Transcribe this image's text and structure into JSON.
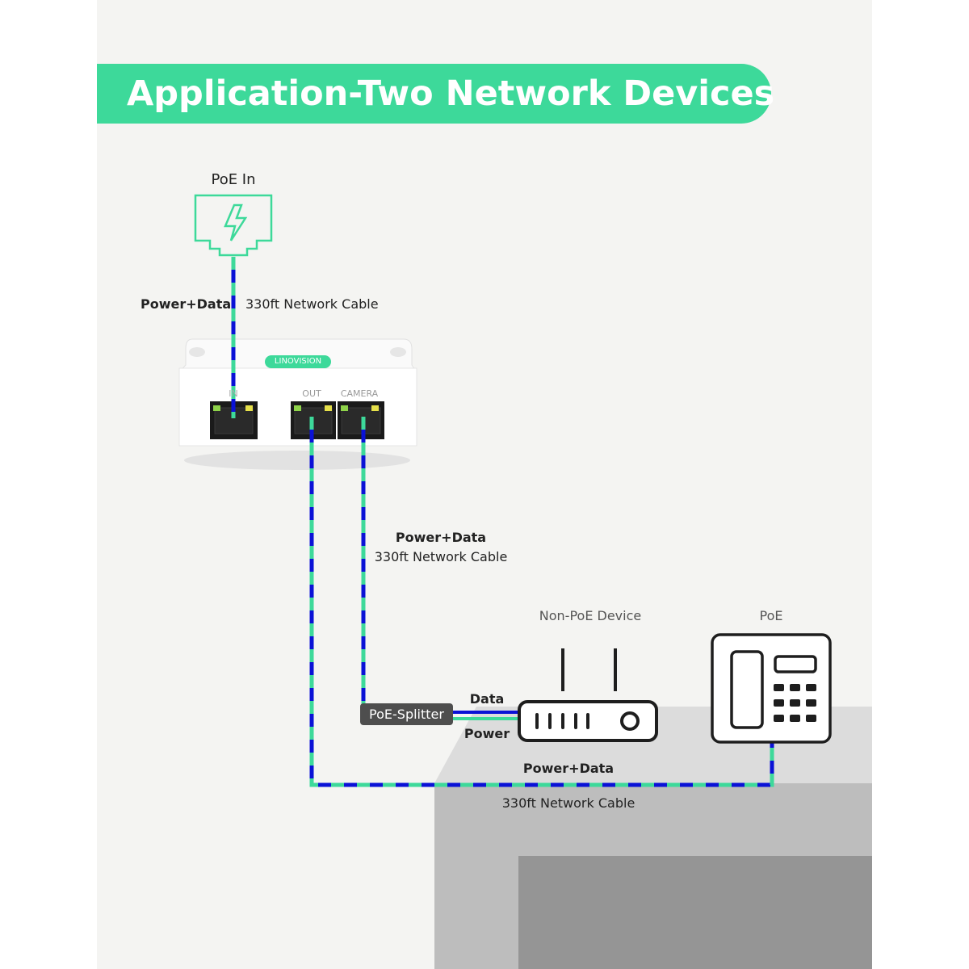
{
  "title": "Application-Two Network Devices",
  "poe_in": {
    "label": "PoE In"
  },
  "input_cable": {
    "signal": "Power+Data",
    "cable": "330ft Network Cable"
  },
  "switch": {
    "brand": "LINOVISION",
    "ports": [
      "IN",
      "OUT",
      "CAMERA"
    ]
  },
  "camera_cable": {
    "signal": "Power+Data",
    "cable": "330ft Network Cable"
  },
  "splitter": {
    "label": "PoE-Splitter",
    "data_label": "Data",
    "power_label": "Power"
  },
  "devices": {
    "non_poe": {
      "label": "Non-PoE Device",
      "icon": "router-icon"
    },
    "poe": {
      "label": "PoE",
      "icon": "ip-phone-icon"
    }
  },
  "out_cable": {
    "signal": "Power+Data",
    "cable": "330ft Network Cable"
  },
  "colors": {
    "accent": "#3dd99a",
    "data_wire": "#0a12d6",
    "power_wire": "#3dd99a"
  }
}
